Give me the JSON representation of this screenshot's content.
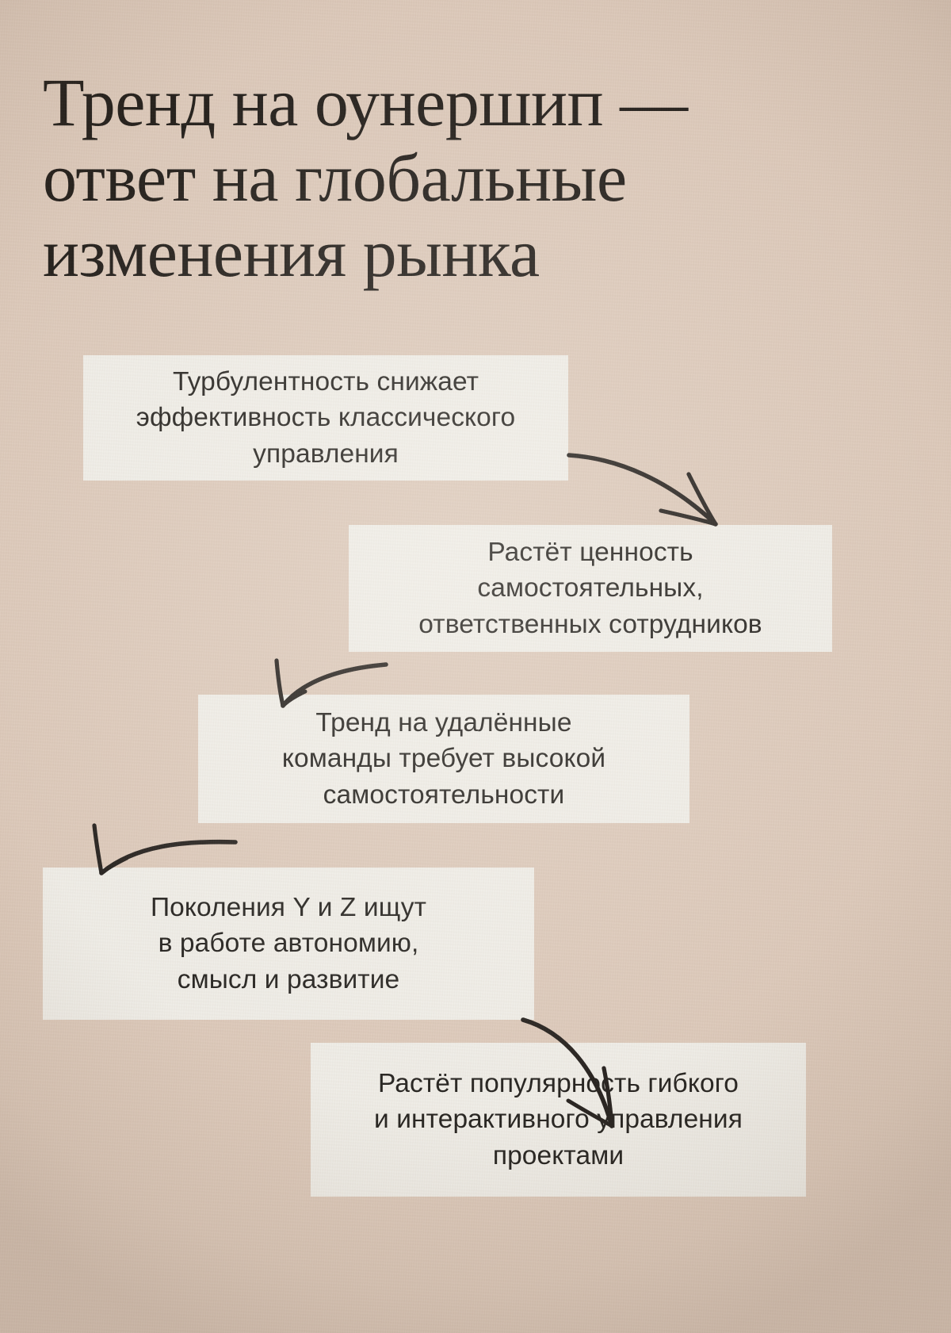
{
  "page": {
    "background_color": "#dcc9ba",
    "card_color": "#efede7",
    "ink_color": "#231f1c",
    "title": "Тренд на оунершип —\nответ на глобальные\nизменения рынка"
  },
  "flow": {
    "steps": [
      {
        "id": "step-1",
        "order": 1,
        "text": "Турбулентность снижает\nэффективность классического\nуправления"
      },
      {
        "id": "step-2",
        "order": 2,
        "text": "Растёт ценность\nсамостоятельных,\nответственных сотрудников"
      },
      {
        "id": "step-3",
        "order": 3,
        "text": "Тренд на удалённые\nкоманды требует высокой\nсамостоятельности"
      },
      {
        "id": "step-4",
        "order": 4,
        "text": "Поколения Y и Z ищут\nв работе автономию,\nсмысл и развитие"
      },
      {
        "id": "step-5",
        "order": 5,
        "text": "Растёт популярность гибкого\nи интерактивного управления\nпроектами"
      }
    ],
    "connectors": [
      {
        "id": "arrow-1",
        "from": "step-1",
        "to": "step-2",
        "direction": "down-right",
        "style": "hand-drawn-curved-arrow"
      },
      {
        "id": "arrow-2",
        "from": "step-2",
        "to": "step-3",
        "direction": "down-left",
        "style": "hand-drawn-curved-arrow"
      },
      {
        "id": "arrow-3",
        "from": "step-3",
        "to": "step-4",
        "direction": "down-left",
        "style": "hand-drawn-curved-arrow"
      },
      {
        "id": "arrow-4",
        "from": "step-4",
        "to": "step-5",
        "direction": "down-right",
        "style": "hand-drawn-curved-arrow"
      }
    ]
  }
}
